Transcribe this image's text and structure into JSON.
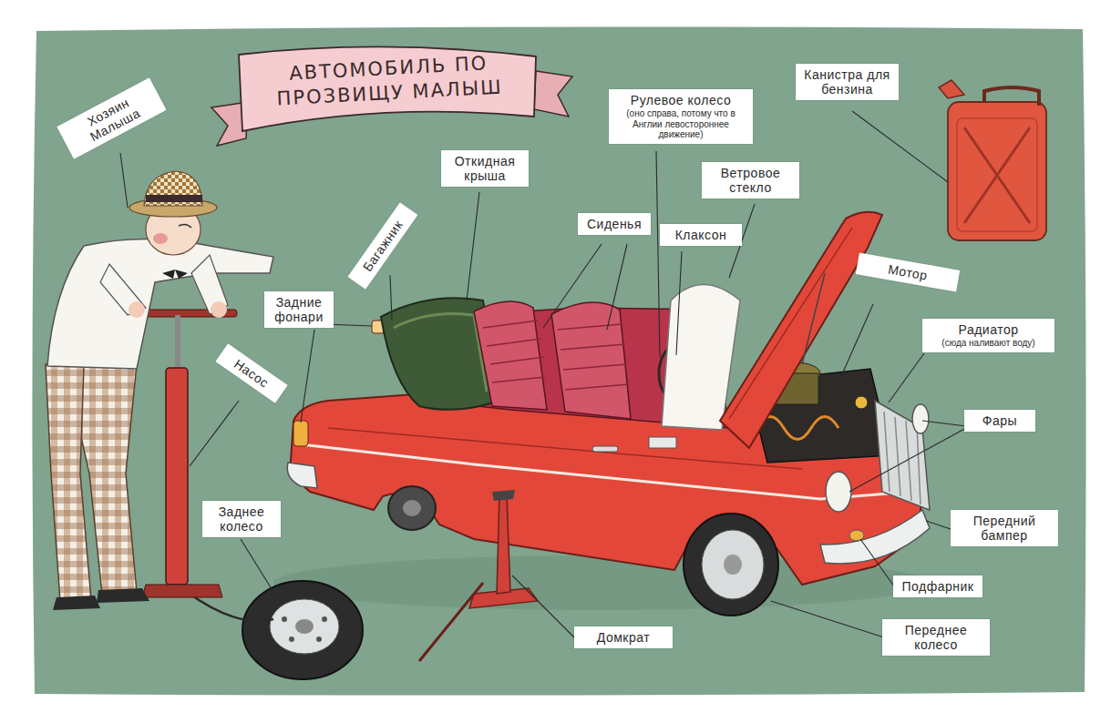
{
  "diagram": {
    "title": "АВТОМОБИЛЬ ПО ПРОЗВИЩУ МАЛЫШ",
    "nodes": [
      {
        "text": [
          "Хозяин Малыша"
        ]
      },
      {
        "text": [
          "Рулевое колесо",
          "(оно справа, потому что в Англии левостороннее движение)"
        ]
      },
      {
        "text": [
          "Канистра для бензина"
        ]
      },
      {
        "text": [
          "Откидная крыша"
        ]
      },
      {
        "text": [
          "Ветровое стекло"
        ]
      },
      {
        "text": [
          "Сиденья"
        ]
      },
      {
        "text": [
          "Клаксон"
        ]
      },
      {
        "text": [
          "Багажник"
        ]
      },
      {
        "text": [
          "Мотор"
        ]
      },
      {
        "text": [
          "Задние фонари"
        ]
      },
      {
        "text": [
          "Радиатор",
          "(сюда наливают воду)"
        ]
      },
      {
        "text": [
          "Насос"
        ]
      },
      {
        "text": [
          "Фары"
        ]
      },
      {
        "text": [
          "Заднее колесо"
        ]
      },
      {
        "text": [
          "Передний бампер"
        ]
      },
      {
        "text": [
          "Подфарник"
        ]
      },
      {
        "text": [
          "Домкрат"
        ]
      },
      {
        "text": [
          "Переднее колесо"
        ]
      }
    ]
  }
}
